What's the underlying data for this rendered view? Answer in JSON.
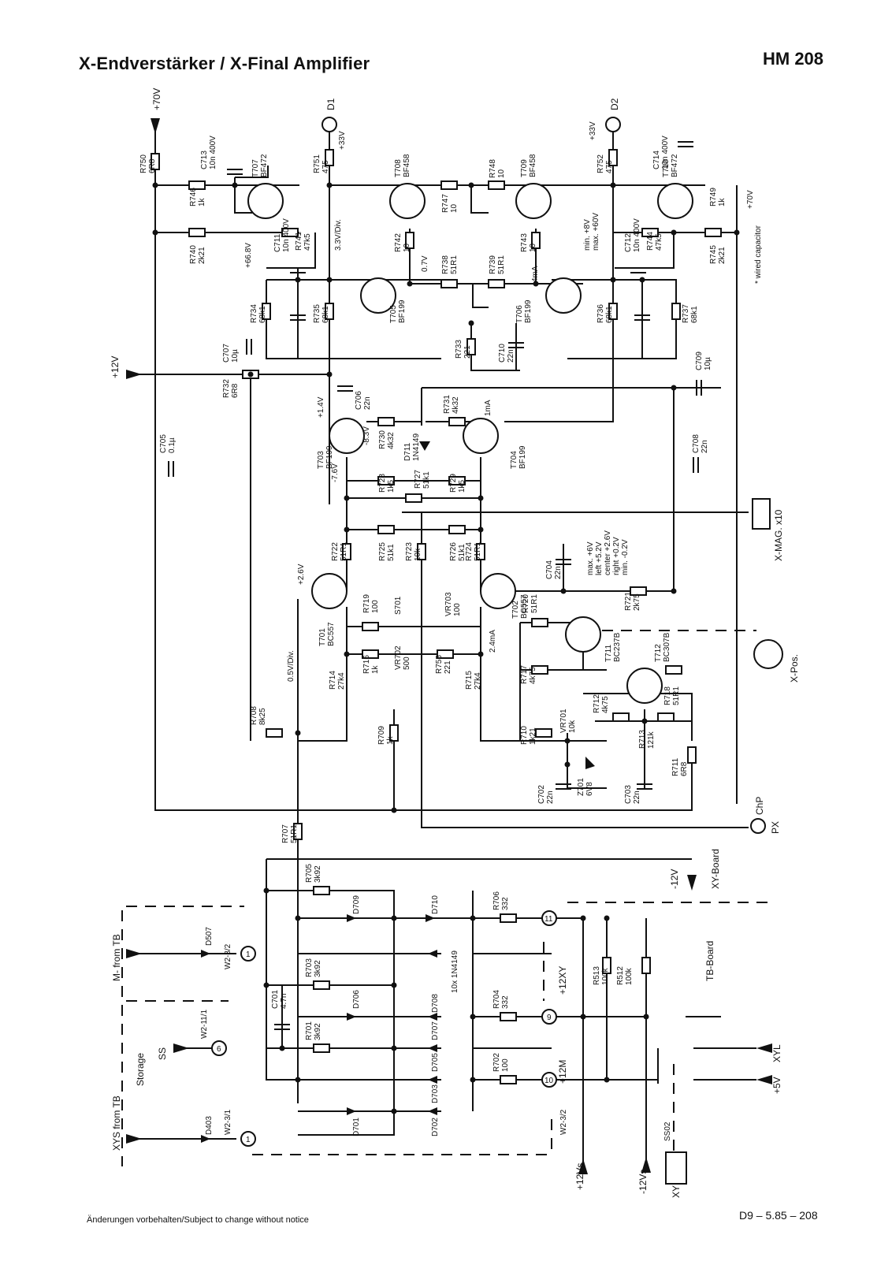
{
  "header": {
    "title": "X-Endverstärker / X-Final Amplifier",
    "model": "HM 208"
  },
  "footer": {
    "notice": "Änderungen vorbehalten/Subject to change without notice",
    "docref": "D9 – 5.85 – 208"
  },
  "diagram": {
    "transistors": [
      {
        "ref": "T707",
        "type": "BF472"
      },
      {
        "ref": "T708",
        "type": "BF458"
      },
      {
        "ref": "T709",
        "type": "BF458"
      },
      {
        "ref": "T710",
        "type": "BF472"
      },
      {
        "ref": "T705",
        "type": "BF199"
      },
      {
        "ref": "T706",
        "type": "BF199"
      },
      {
        "ref": "T703",
        "type": "BF199"
      },
      {
        "ref": "T704",
        "type": "BF199"
      },
      {
        "ref": "T701",
        "type": "BC557"
      },
      {
        "ref": "T702",
        "type": "BC557"
      },
      {
        "ref": "T711",
        "type": "BC237B"
      },
      {
        "ref": "T712",
        "type": "BC307B"
      }
    ],
    "resistors": [
      {
        "ref": "R750",
        "value": "6R8"
      },
      {
        "ref": "R746",
        "value": "1k"
      },
      {
        "ref": "R740",
        "value": "2k21"
      },
      {
        "ref": "R741",
        "value": "47k5"
      },
      {
        "ref": "R751",
        "value": "475"
      },
      {
        "ref": "R742",
        "value": "10"
      },
      {
        "ref": "R747",
        "value": "10"
      },
      {
        "ref": "R748",
        "value": "10"
      },
      {
        "ref": "R743",
        "value": "10"
      },
      {
        "ref": "R752",
        "value": "475"
      },
      {
        "ref": "R744",
        "value": "47k5"
      },
      {
        "ref": "R749",
        "value": "1k"
      },
      {
        "ref": "R745",
        "value": "2k21"
      },
      {
        "ref": "R738",
        "value": "51R1"
      },
      {
        "ref": "R739",
        "value": "51R1"
      },
      {
        "ref": "R734",
        "value": "68k1"
      },
      {
        "ref": "R735",
        "value": "68k1"
      },
      {
        "ref": "R736",
        "value": "68k1"
      },
      {
        "ref": "R737",
        "value": "68k1"
      },
      {
        "ref": "R733",
        "value": "221"
      },
      {
        "ref": "R732",
        "value": "6R8"
      },
      {
        "ref": "R731",
        "value": "4k32"
      },
      {
        "ref": "R730",
        "value": "4k32"
      },
      {
        "ref": "R728",
        "value": "1k5"
      },
      {
        "ref": "R727",
        "value": "51k1"
      },
      {
        "ref": "R729",
        "value": "1k5"
      },
      {
        "ref": "R722",
        "value": "51R1"
      },
      {
        "ref": "R725",
        "value": "51k1"
      },
      {
        "ref": "R723",
        "value": "10k"
      },
      {
        "ref": "R726",
        "value": "51k1"
      },
      {
        "ref": "R724",
        "value": "51R1"
      },
      {
        "ref": "R721",
        "value": "2k75"
      },
      {
        "ref": "R719",
        "value": "100"
      },
      {
        "ref": "R720",
        "value": "51R1"
      },
      {
        "ref": "R714",
        "value": "27k4"
      },
      {
        "ref": "R716",
        "value": "1k"
      },
      {
        "ref": "R755",
        "value": "221"
      },
      {
        "ref": "R715",
        "value": "27k4"
      },
      {
        "ref": "R717",
        "value": "4k75"
      },
      {
        "ref": "R708",
        "value": "8k25"
      },
      {
        "ref": "R709",
        "value": "1k"
      },
      {
        "ref": "R710",
        "value": "1k21"
      },
      {
        "ref": "R712",
        "value": "4k75"
      },
      {
        "ref": "R713",
        "value": "121k"
      },
      {
        "ref": "R718",
        "value": "51R1"
      },
      {
        "ref": "R711",
        "value": "6R8"
      },
      {
        "ref": "R707",
        "value": "51R1"
      },
      {
        "ref": "R705",
        "value": "3k92"
      },
      {
        "ref": "R703",
        "value": "3k92"
      },
      {
        "ref": "R701",
        "value": "3k92"
      },
      {
        "ref": "R706",
        "value": "332"
      },
      {
        "ref": "R704",
        "value": "332"
      },
      {
        "ref": "R702",
        "value": "100"
      },
      {
        "ref": "R513",
        "value": "100k"
      },
      {
        "ref": "R512",
        "value": "100k"
      }
    ],
    "capacitors": [
      {
        "ref": "C713",
        "value": "10n 400V"
      },
      {
        "ref": "C711",
        "value": "10n 400V"
      },
      {
        "ref": "C712",
        "value": "10n 400V"
      },
      {
        "ref": "C714",
        "value": "10n 400V"
      },
      {
        "ref": "C710",
        "value": "22n"
      },
      {
        "ref": "C707",
        "value": "10µ"
      },
      {
        "ref": "C706",
        "value": "22n"
      },
      {
        "ref": "C705",
        "value": "0.1µ"
      },
      {
        "ref": "C709",
        "value": "10µ"
      },
      {
        "ref": "C708",
        "value": "22n"
      },
      {
        "ref": "C704",
        "value": "22n"
      },
      {
        "ref": "C702",
        "value": "22n"
      },
      {
        "ref": "C703",
        "value": "22n"
      },
      {
        "ref": "C701",
        "value": "4.7n"
      }
    ],
    "other_parts": [
      {
        "ref": "VR703",
        "value": "100"
      },
      {
        "ref": "VR702",
        "value": "500"
      },
      {
        "ref": "VR701",
        "value": "10k"
      },
      {
        "ref": "S701",
        "value": ""
      },
      {
        "ref": "D711",
        "value": "1N4149"
      },
      {
        "ref": "Z701",
        "value": "6V8"
      },
      {
        "ref": "D701",
        "value": ""
      },
      {
        "ref": "D702",
        "value": ""
      },
      {
        "ref": "D703",
        "value": ""
      },
      {
        "ref": "D705",
        "value": ""
      },
      {
        "ref": "D706",
        "value": ""
      },
      {
        "ref": "D707",
        "value": ""
      },
      {
        "ref": "D708",
        "value": ""
      },
      {
        "ref": "D709",
        "value": ""
      },
      {
        "ref": "D710",
        "value": ""
      },
      {
        "ref": "D507",
        "value": ""
      },
      {
        "ref": "D403",
        "value": ""
      },
      {
        "ref": "SS02",
        "value": ""
      }
    ],
    "diode_note": "10x 1N4149",
    "voltages": [
      "+66.8V",
      "3.3V/Div.",
      "0.7V",
      "+1.4V",
      "-8.3V",
      "-7.6V",
      "1mA",
      "4mA",
      "+2.6V",
      "0.5V/Div.",
      "2.4mA"
    ],
    "xpos_note": [
      "max. +6V",
      "left +5.2V",
      "center +2.6V",
      "right +0.2V",
      "min. -0.2V"
    ],
    "t709_note": [
      "min. +8V",
      "max. +60V"
    ],
    "wired_note": "* wired capacitor",
    "rails": {
      "p70v": "+70V",
      "p33v": "+33V",
      "p12v": "+12V",
      "p70v_right": "+70V",
      "m12v": "-12V",
      "p12vs": "+12Vs",
      "m12vs": "-12Vs",
      "p12xy": "+12XY",
      "p12m": "+12M",
      "p5v": "+5V"
    },
    "terminals": {
      "d1": "D1",
      "d2": "D2",
      "chp": "ChP",
      "px": "PX",
      "xmag": "X-MAG. x10",
      "xpos": "X-Pos.",
      "xyl": "XYL",
      "xy": "XY"
    },
    "boards": {
      "xy": "XY-Board",
      "tb": "TB-Board",
      "storage": "Storage"
    },
    "inputs": {
      "m_from_tb": "M- from TB",
      "xys_from_tb": "XYS from TB",
      "ss": "SS"
    },
    "connectors": {
      "w232": "W2-3/2",
      "w2111": "W2-11/1",
      "w231": "W2-3/1",
      "w232b": "W2-3/2",
      "pin1a": "1",
      "pin6": "6",
      "pin1b": "1",
      "pin11": "11",
      "pin9": "9",
      "pin10": "10"
    }
  }
}
